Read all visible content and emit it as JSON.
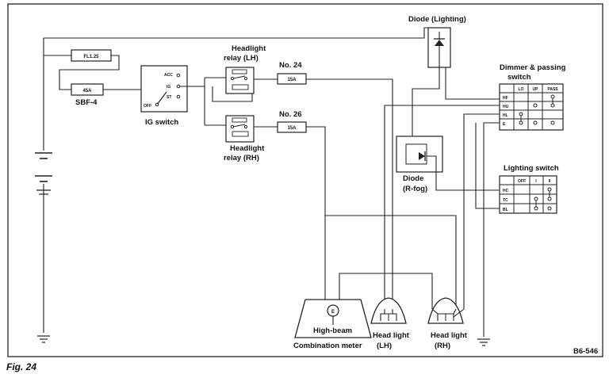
{
  "labels": {
    "fl": "FL1.25",
    "fuse45": "45A",
    "sbf": "SBF-4",
    "ig_switch": "IG switch",
    "acc": "ACC",
    "ig": "IG",
    "st": "ST",
    "off": "OFF",
    "relay_lh_1": "Headlight",
    "relay_lh_2": "relay (LH)",
    "relay_rh_1": "Headlight",
    "relay_rh_2": "relay (RH)",
    "no24": "No. 24",
    "no26": "No. 26",
    "fuse15a": "15A",
    "fuse15b": "15A",
    "diode_lighting": "Diode (Lighting)",
    "dimmer_1": "Dimmer & passing",
    "dimmer_2": "switch",
    "diode_rfog_1": "Diode",
    "diode_rfog_2": "(R-fog)",
    "lighting_switch": "Lighting switch",
    "high_beam": "High-beam",
    "combination_meter": "Combination meter",
    "head_light_lh_1": "Head light",
    "head_light_lh_2": "(LH)",
    "head_light_rh_1": "Head light",
    "head_light_rh_2": "(RH)",
    "e_symbol": "E",
    "code": "B6-546",
    "figure": "Fig. 24"
  },
  "dimmer_table": {
    "headers": [
      "LO",
      "UP",
      "PASS"
    ],
    "rows": [
      "HF",
      "HU",
      "HL",
      "E"
    ]
  },
  "lighting_table": {
    "headers": [
      "OFF",
      "I",
      "II"
    ],
    "rows": [
      "HC",
      "TC",
      "BL"
    ]
  }
}
